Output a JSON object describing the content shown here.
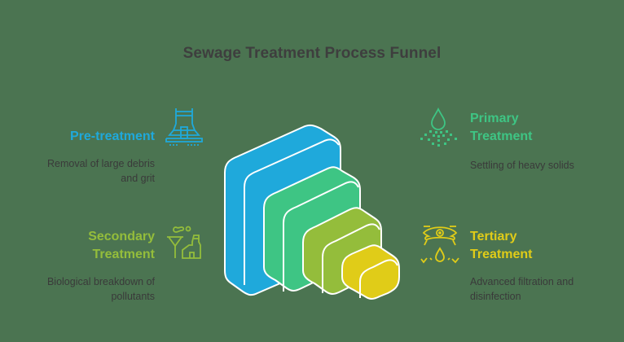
{
  "title": "Sewage Treatment Process Funnel",
  "colors": {
    "background": "#4b7451",
    "title_text": "#3e3e3e",
    "desc_text": "#3a3a3a",
    "pre_treatment": "#1fa9db",
    "primary": "#3ec584",
    "secondary": "#94bd3b",
    "tertiary": "#e0cc18"
  },
  "stages": [
    {
      "id": "pre-treatment",
      "title_lines": [
        "Pre-treatment"
      ],
      "description_lines": [
        "Removal of large debris",
        "and grit"
      ],
      "icon": "screen-filter-icon",
      "color": "#1fa9db",
      "side": "left"
    },
    {
      "id": "primary",
      "title_lines": [
        "Primary",
        "Treatment"
      ],
      "description_lines": [
        "Settling of heavy solids"
      ],
      "icon": "droplet-sediment-icon",
      "color": "#3ec584",
      "side": "right"
    },
    {
      "id": "secondary",
      "title_lines": [
        "Secondary",
        "Treatment"
      ],
      "description_lines": [
        "Biological breakdown of",
        "pollutants"
      ],
      "icon": "factory-filter-icon",
      "color": "#94bd3b",
      "side": "left"
    },
    {
      "id": "tertiary",
      "title_lines": [
        "Tertiary",
        "Treatment"
      ],
      "description_lines": [
        "Advanced filtration and",
        "disinfection"
      ],
      "icon": "eye-droplet-icon",
      "color": "#e0cc18",
      "side": "right"
    }
  ]
}
